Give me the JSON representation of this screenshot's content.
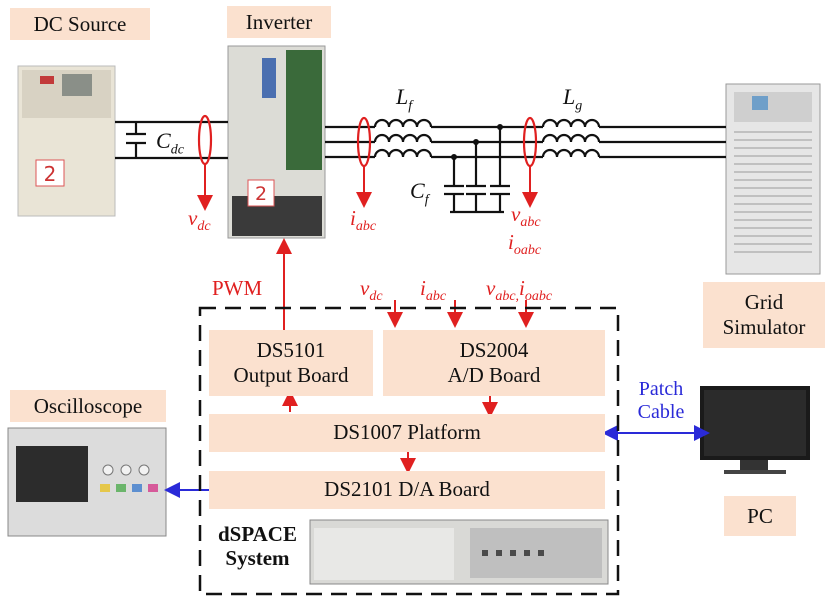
{
  "labels": {
    "dc_source": "DC Source",
    "inverter": "Inverter",
    "grid_simulator_1": "Grid",
    "grid_simulator_2": "Simulator",
    "oscilloscope": "Oscilloscope",
    "pc": "PC"
  },
  "components": {
    "cdc_main": "C",
    "cdc_sub": "dc",
    "lf_main": "L",
    "lf_sub": "f",
    "lg_main": "L",
    "lg_sub": "g",
    "cf_main": "C",
    "cf_sub": "f"
  },
  "measurements": {
    "vdc_main": "v",
    "vdc_sub": "dc",
    "iabc_main": "i",
    "iabc_sub": "abc",
    "vabc_main": "v",
    "vabc_sub": "abc",
    "ioabc_main": "i",
    "ioabc_sub": "oabc",
    "pwm": "PWM",
    "in_vdc_main": "v",
    "in_vdc_sub": "dc",
    "in_iabc_main": "i",
    "in_iabc_sub": "abc",
    "in_vabc_main": "v",
    "in_vabc_sub": "abc,",
    "in_ioabc_main": "i",
    "in_ioabc_sub": "oabc"
  },
  "dspace": {
    "ds5101_line1": "DS5101",
    "ds5101_line2": "Output Board",
    "ds2004_line1": "DS2004",
    "ds2004_line2": "A/D Board",
    "ds1007": "DS1007 Platform",
    "ds2101": "DS2101 D/A Board",
    "system_line1": "dSPACE",
    "system_line2": "System"
  },
  "patch_cable": {
    "line1": "Patch",
    "line2": "Cable"
  },
  "colors": {
    "label_bg": "#fbe1cf",
    "signal_red": "#e02020",
    "link_blue": "#2a2ad8"
  }
}
